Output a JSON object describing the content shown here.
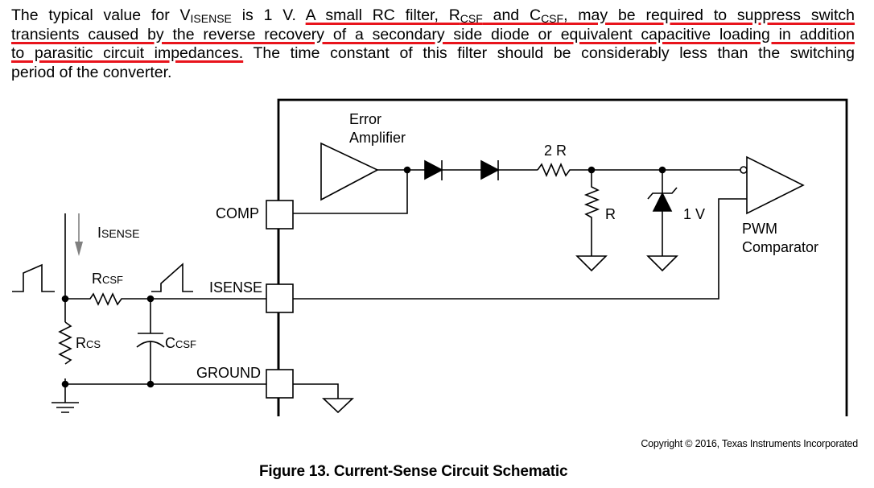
{
  "paragraph": {
    "line1": {
      "pre": "The typical value for V",
      "sub": "ISENSE",
      "mid": " is 1 V. ",
      "hl_a": "A small RC filter, R",
      "hl_sub1": "CSF",
      "hl_b": " and C",
      "hl_sub2": "CSF",
      "hl_c": ", may be required to suppress switch"
    },
    "line2": "transients caused by the reverse recovery of a secondary side diode or equivalent capacitive loading in addition",
    "line3": {
      "hl": "to parasitic circuit impedances.",
      "rest": " The time constant of this filter should be considerably less than the switching"
    },
    "line4": "period of the converter.",
    "highlight_color": "#e8141c"
  },
  "schematic": {
    "labels": {
      "error_amp_1": "Error",
      "error_amp_2": "Amplifier",
      "r2": "2 R",
      "r": "R",
      "zener": "1 V",
      "pwm_1": "PWM",
      "pwm_2": "Comparator",
      "pin_comp": "COMP",
      "pin_isense": "ISENSE",
      "pin_ground": "GROUND",
      "isense_main": "I",
      "isense_sub": "SENSE",
      "rcsf_main": "R",
      "rcsf_sub": "CSF",
      "rcs_main": "R",
      "rcs_sub": "CS",
      "ccsf_main": "C",
      "ccsf_sub": "CSF"
    },
    "arrow_color": "#808080"
  },
  "copyright": "Copyright © 2016, Texas Instruments Incorporated",
  "caption": "Figure 13.  Current-Sense Circuit Schematic"
}
